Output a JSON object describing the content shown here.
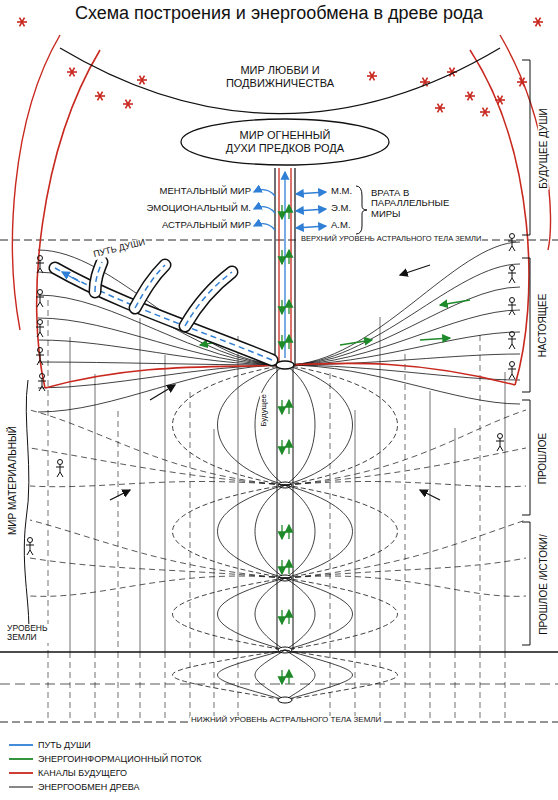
{
  "diagram": {
    "title": "Схема построения и энергообмена в древе рода",
    "nodes": [
      {
        "text": [
          "МИР ЛЮБВИ И ПОДВИЖНИЧЕСТВА"
        ]
      },
      {
        "text": [
          "МИР ОГНЕННЫЙ ДУХИ ПРЕДКОВ РОДА"
        ]
      }
    ],
    "labels": [
      "МЕНТАЛЬНЫЙ МИР",
      "ЭМОЦИОНАЛЬНЫЙ М.",
      "АСТРАЛЬНЫЙ МИР",
      "М.М.",
      "Э.М.",
      "А.М.",
      "ВРАТА В ПАРАЛЛЕЛЬНЫЕ МИРЫ",
      "БУДУЩЕЕ ДУШИ",
      "ВЕРХНИЙ УРОВЕНЬ АСТРАЛЬНОГО ТЕЛА ЗЕМЛИ",
      "ПУТЬ ДУШИ",
      "НАСТОЯЩЕЕ",
      "Будущее",
      "МИР МАТЕРИАЛЬНЫЙ",
      "ПРОШЛОЕ",
      "ПРОШЛОЕ /ИСТОКИ/",
      "УРОВЕНЬ ЗЕМЛИ",
      "НИЖНИЙ УРОВЕНЬ АСТРАЛЬНОГО ТЕЛА ЗЕМЛИ"
    ],
    "legend": [
      {
        "text": "ПУТЬ ДУШИ",
        "color": "#2f7fd6"
      },
      {
        "text": "ЭНЕРГОИНФОРМАЦИОННЫЙ ПОТОК",
        "color": "#1f8a2a"
      },
      {
        "text": "КАНАЛЫ БУДУЩЕГО",
        "color": "#c8281e"
      },
      {
        "text": "ЭНЕРГООБМЕН ДРЕВА",
        "color": "#111111"
      }
    ]
  }
}
